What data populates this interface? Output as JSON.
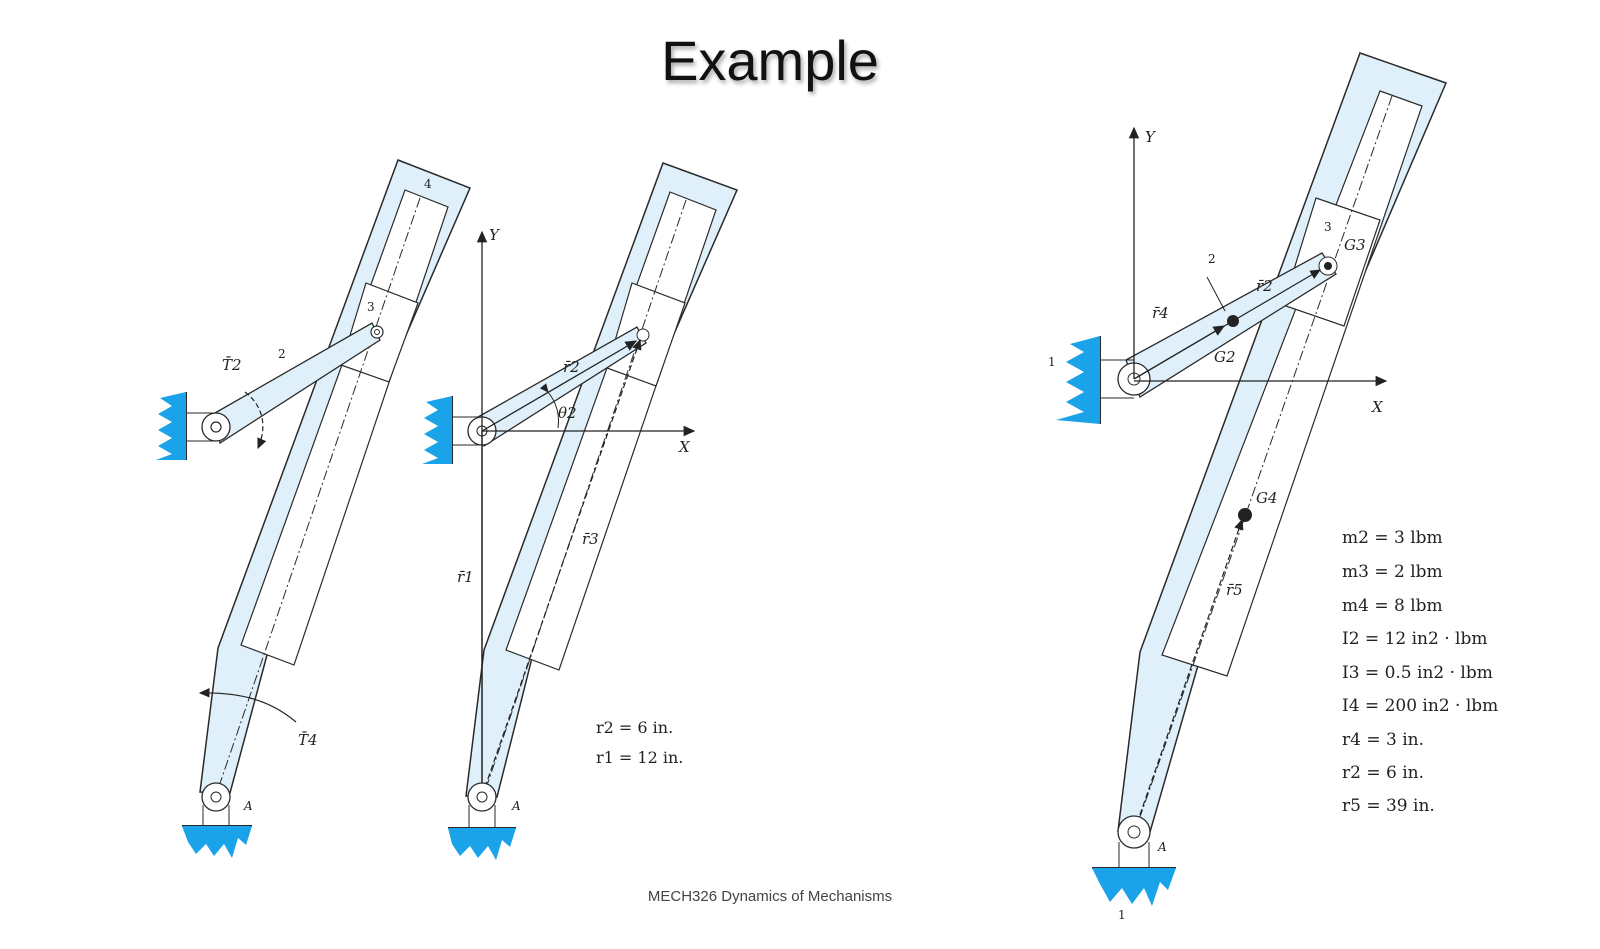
{
  "title": "Example",
  "footer": "MECH326 Dynamics of Mechanisms",
  "colors": {
    "link_fill": "#dff0fa",
    "ground": "#1aa3e8",
    "line": "#2a2a2a"
  },
  "fig1": {
    "link4_label": "4",
    "link2_label": "2",
    "slider_label": "3",
    "torque2": "T̄2",
    "torque4": "T̄4",
    "pivot": "A"
  },
  "fig2": {
    "axis_x": "X",
    "axis_y": "Y",
    "r1": "r̄1",
    "r2": "r̄2",
    "r3": "r̄3",
    "theta2": "θ2",
    "pivot": "A",
    "notes": [
      "r2 = 6 in.",
      "r1 = 12 in."
    ]
  },
  "fig3": {
    "axis_x": "X",
    "axis_y": "Y",
    "ground_label": "1",
    "ground_label_bottom": "1",
    "link2_label": "2",
    "slider_label": "3",
    "r4": "r̄4",
    "r2": "r̄2",
    "r5": "r̄5",
    "g2": "G2",
    "g3": "G3",
    "g4": "G4",
    "pivot": "A",
    "properties": [
      "m2 = 3 lbm",
      "m3 = 2 lbm",
      "m4 = 8 lbm",
      "I2 = 12 in2 · lbm",
      "I3 = 0.5 in2 · lbm",
      "I4 = 200 in2 · lbm",
      "r4 = 3 in.",
      "r2 = 6 in.",
      "r5 = 39 in."
    ]
  }
}
